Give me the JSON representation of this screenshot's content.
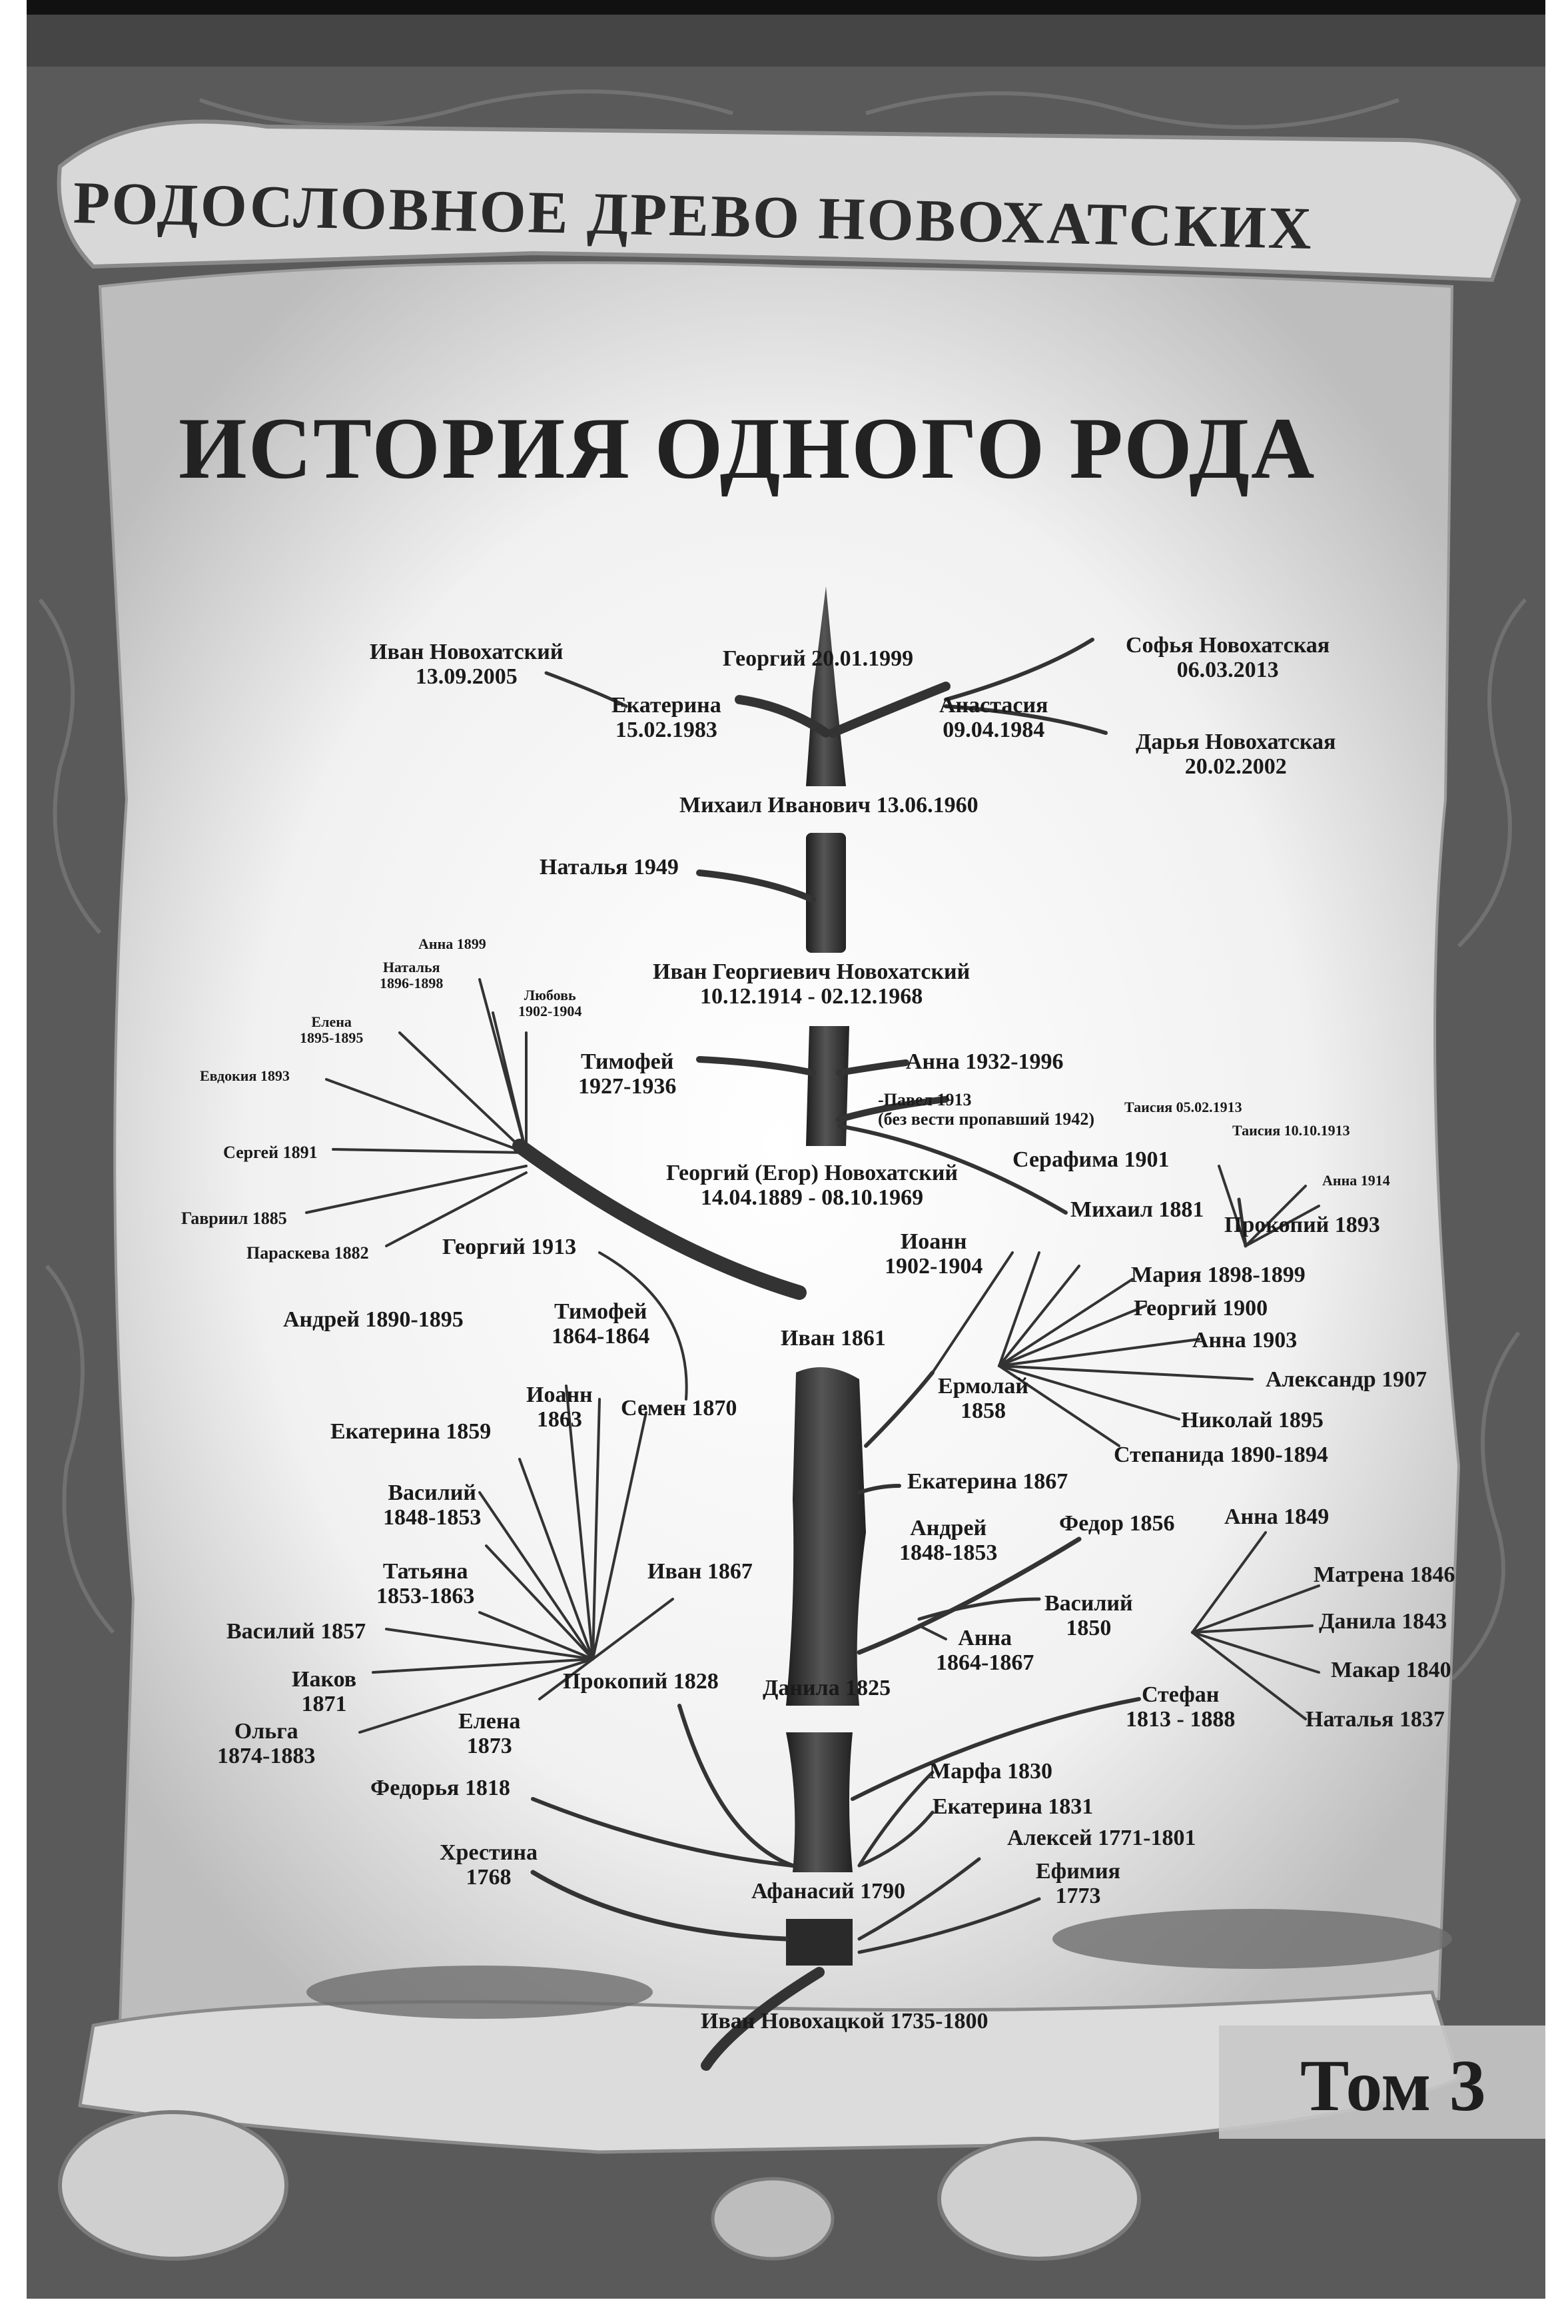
{
  "header": {
    "banner": "РОДОСЛОВНОЕ ДРЕВО НОВОХАТСКИХ",
    "headline": "ИСТОРИЯ ОДНОГО РОДА"
  },
  "volume": "Том 3",
  "colors": {
    "frame": "#4a4a4a",
    "parchment": "#f4f4f4",
    "trunk": "#2e2e2e",
    "text": "#1a1a1a"
  },
  "people": {
    "ivan_2005": [
      "Иван Новохатский",
      "13.09.2005"
    ],
    "georgiy_1999": [
      "Георгий 20.01.1999"
    ],
    "sofya_2013": [
      "Софья Новохатская",
      "06.03.2013"
    ],
    "ekaterina_1983": [
      "Екатерина",
      "15.02.1983"
    ],
    "anastasiya_1984": [
      "Анастасия",
      "09.04.1984"
    ],
    "darya_2002": [
      "Дарья Новохатская",
      "20.02.2002"
    ],
    "mikhail_1960": [
      "Михаил Иванович 13.06.1960"
    ],
    "natalya_1949": [
      "Наталья 1949"
    ],
    "ivan_1914": [
      "Иван Георгиевич Новохатский",
      "10.12.1914 - 02.12.1968"
    ],
    "anna_1899": [
      "Анна 1899"
    ],
    "natalya_1896": [
      "Наталья",
      "1896-1898"
    ],
    "lyubov_1902": [
      "Любовь",
      "1902-1904"
    ],
    "elena_1895": [
      "Елена",
      "1895-1895"
    ],
    "evdokiya_1893": [
      "Евдокия 1893"
    ],
    "timofey_1927": [
      "Тимофей",
      "1927-1936"
    ],
    "anna_1932": [
      "Анна 1932-1996"
    ],
    "pavel_1913": [
      "-Павел 1913",
      "(без вести пропавший 1942)"
    ],
    "taisiya_1913a": [
      "Таисия 05.02.1913"
    ],
    "taisiya_1913b": [
      "Таисия 10.10.1913"
    ],
    "sergey_1891": [
      "Сергей 1891"
    ],
    "georgiy_1889": [
      "Георгий (Егор) Новохатский",
      "14.04.1889 - 08.10.1969"
    ],
    "serafima_1901": [
      "Серафима 1901"
    ],
    "anna_1914": [
      "Анна 1914"
    ],
    "gavriil_1885": [
      "Гавриил 1885"
    ],
    "mikhail_1881": [
      "Михаил 1881"
    ],
    "prokopiy_1893": [
      "Прокопий 1893"
    ],
    "paraskeva_1882": [
      "Параскева 1882"
    ],
    "georgiy_1913": [
      "Георгий 1913"
    ],
    "ioann_1902": [
      "Иоанн",
      "1902-1904"
    ],
    "mariya_1898": [
      "Мария 1898-1899"
    ],
    "timofey_1864": [
      "Тимофей",
      "1864-1864"
    ],
    "georgiy_1900": [
      "Георгий 1900"
    ],
    "andrey_1890": [
      "Андрей 1890-1895"
    ],
    "ivan_1861": [
      "Иван 1861"
    ],
    "anna_1903": [
      "Анна 1903"
    ],
    "ermolay_1858": [
      "Ермолай",
      "1858"
    ],
    "aleksandr_1907": [
      "Александр 1907"
    ],
    "ioann_1863": [
      "Иоанн",
      "1863"
    ],
    "semen_1870": [
      "Семен 1870"
    ],
    "nikolay_1895": [
      "Николай 1895"
    ],
    "ekaterina_1859": [
      "Екатерина 1859"
    ],
    "stepanida_1890": [
      "Степанида 1890-1894"
    ],
    "ekaterina_1867": [
      "Екатерина 1867"
    ],
    "vasiliy_1848": [
      "Василий",
      "1848-1853"
    ],
    "anna_1849": [
      "Анна 1849"
    ],
    "andrey_1848": [
      "Андрей",
      "1848-1853"
    ],
    "fedor_1856": [
      "Федор 1856"
    ],
    "matrena_1846": [
      "Матрена 1846"
    ],
    "tatyana_1853": [
      "Татьяна",
      "1853-1863"
    ],
    "ivan_1867": [
      "Иван 1867"
    ],
    "vasiliy_1850": [
      "Василий",
      "1850"
    ],
    "danila_1843": [
      "Данила 1843"
    ],
    "vasiliy_1857": [
      "Василий 1857"
    ],
    "anna_1864": [
      "Анна",
      "1864-1867"
    ],
    "makar_1840": [
      "Макар 1840"
    ],
    "iakov_1871": [
      "Иаков",
      "1871"
    ],
    "prokopiy_1828": [
      "Прокопий 1828"
    ],
    "danila_1825": [
      "Данила 1825"
    ],
    "stefan_1813": [
      "Стефан",
      "1813 - 1888"
    ],
    "natalya_1837": [
      "Наталья 1837"
    ],
    "olga_1874": [
      "Ольга",
      "1874-1883"
    ],
    "elena_1873": [
      "Елена",
      "1873"
    ],
    "marfa_1830": [
      "Марфа 1830"
    ],
    "fedorya_1818": [
      "Федорья 1818"
    ],
    "ekaterina_1831": [
      "Екатерина 1831"
    ],
    "khrestina_1768": [
      "Хрестина",
      "1768"
    ],
    "aleksey_1771": [
      "Алексей 1771-1801"
    ],
    "efimiya_1773": [
      "Ефимия",
      "1773"
    ],
    "afanasiy_1790": [
      "Афанасий 1790"
    ],
    "ivan_1735": [
      "Иван Новохацкой 1735-1800"
    ]
  }
}
